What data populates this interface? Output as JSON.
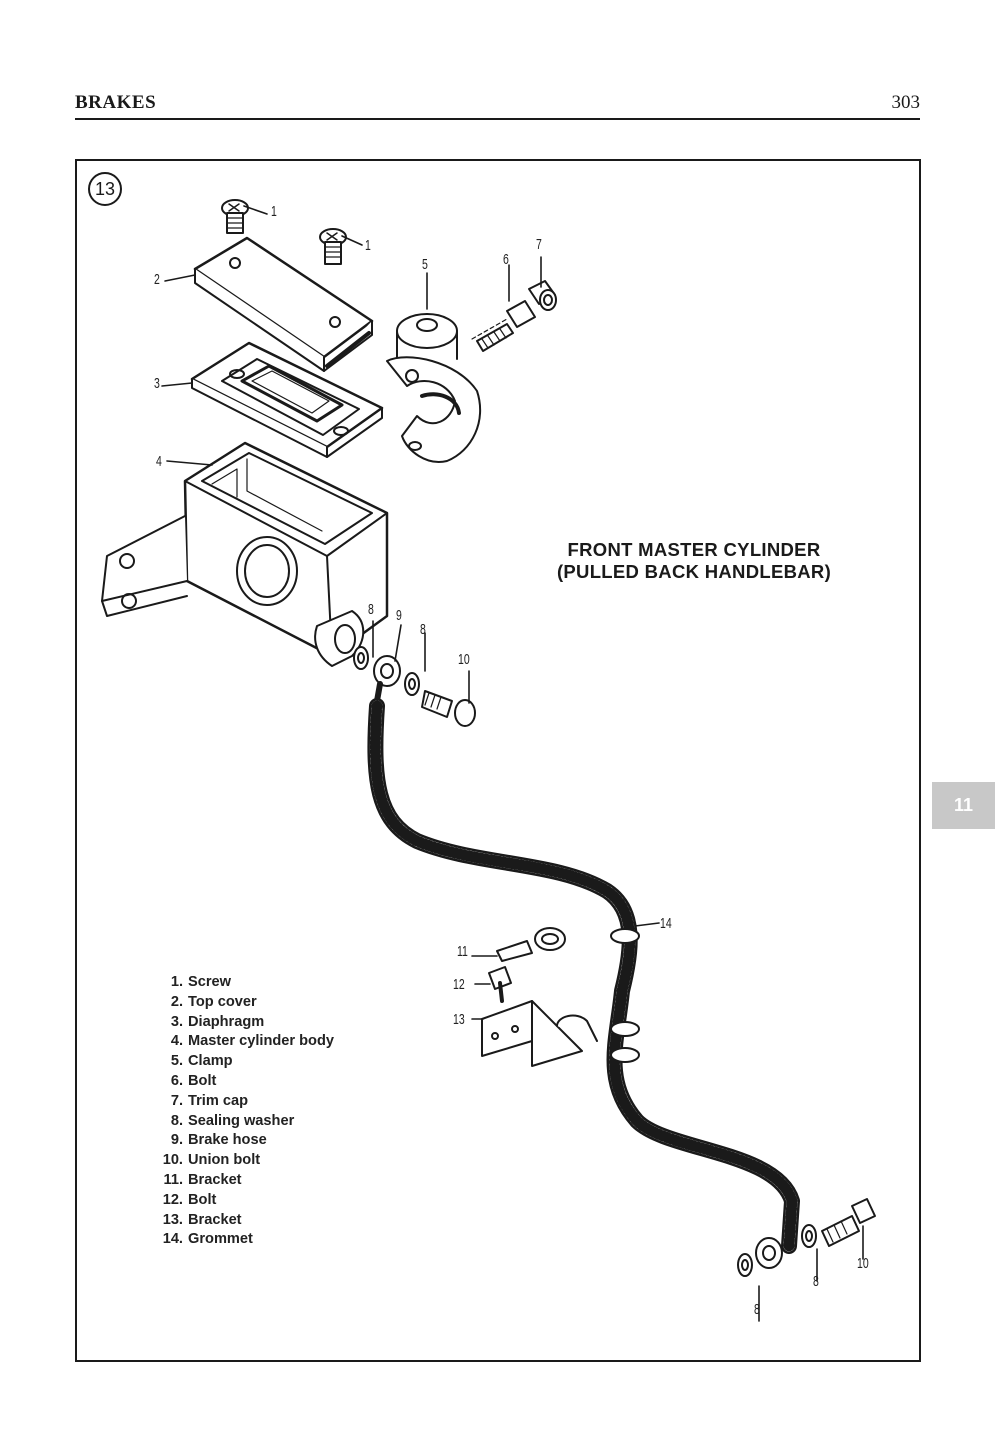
{
  "header": {
    "section_title": "BRAKES",
    "page_number": "303"
  },
  "figure": {
    "number": "13",
    "title_line1": "FRONT MASTER CYLINDER",
    "title_line2": "(PULLED BACK HANDLEBAR)",
    "parts": [
      {
        "num": "1.",
        "label": "Screw"
      },
      {
        "num": "2.",
        "label": "Top cover"
      },
      {
        "num": "3.",
        "label": "Diaphragm"
      },
      {
        "num": "4.",
        "label": "Master cylinder body"
      },
      {
        "num": "5.",
        "label": "Clamp"
      },
      {
        "num": "6.",
        "label": "Bolt"
      },
      {
        "num": "7.",
        "label": "Trim cap"
      },
      {
        "num": "8.",
        "label": "Sealing washer"
      },
      {
        "num": "9.",
        "label": "Brake hose"
      },
      {
        "num": "10.",
        "label": "Union bolt"
      },
      {
        "num": "11.",
        "label": "Bracket"
      },
      {
        "num": "12.",
        "label": "Bolt"
      },
      {
        "num": "13.",
        "label": "Bracket"
      },
      {
        "num": "14.",
        "label": "Grommet"
      }
    ],
    "callouts": [
      "1",
      "1",
      "2",
      "3",
      "4",
      "5",
      "6",
      "7",
      "8",
      "9",
      "8",
      "10",
      "11",
      "12",
      "13",
      "14",
      "8",
      "8",
      "10"
    ]
  },
  "chapter_tab": "11"
}
